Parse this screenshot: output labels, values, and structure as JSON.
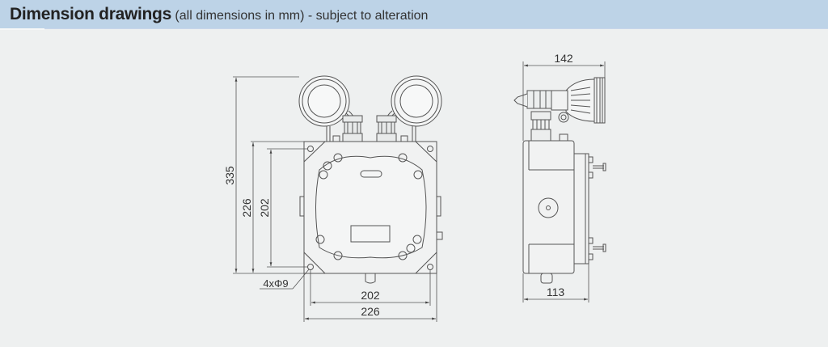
{
  "header": {
    "title": "Dimension drawings",
    "subtitle": "(all dimensions in mm) - subject to alteration",
    "background_color": "#bdd3e7"
  },
  "front_view": {
    "dimensions": {
      "total_height": "335",
      "housing_height": "226",
      "mounting_height": "202",
      "mounting_width": "202",
      "housing_width": "226",
      "mounting_holes": "4xΦ9"
    }
  },
  "side_view": {
    "dimensions": {
      "total_depth": "142",
      "housing_depth": "113"
    }
  },
  "colors": {
    "line": "#555555",
    "background": "#eef0f0"
  }
}
